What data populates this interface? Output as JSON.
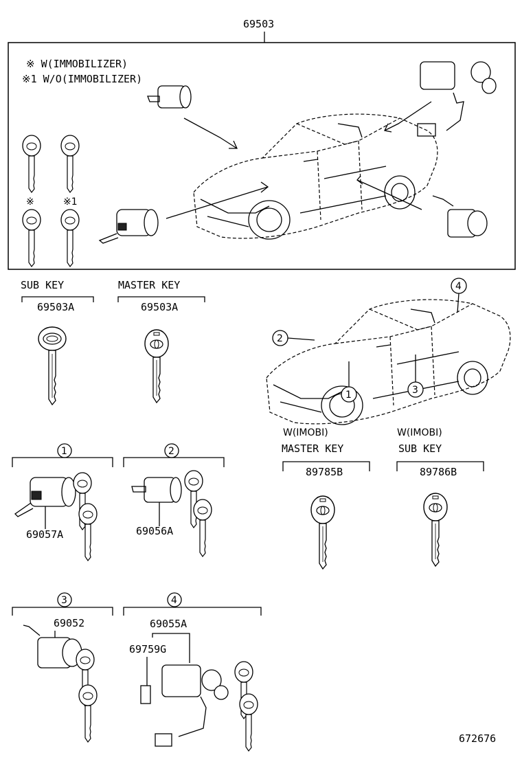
{
  "top": {
    "assembly_number": "69503",
    "legend_line1": "※ W(IMMOBILIZER)",
    "legend_line2": "※1 W/O(IMMOBILIZER)",
    "key_mark_w": "※",
    "key_mark_wo": "※1"
  },
  "keys": {
    "sub_key_label": "SUB KEY",
    "sub_key_part": "69503A",
    "master_key_label": "MASTER KEY",
    "master_key_part": "69503A",
    "imobi_master_note": "W(IMOBI)",
    "imobi_master_label": "MASTER KEY",
    "imobi_master_part": "89785B",
    "imobi_sub_note": "W(IMOBI)",
    "imobi_sub_label": "SUB KEY",
    "imobi_sub_part": "89786B"
  },
  "callouts": {
    "c1": "1",
    "c2": "2",
    "c3": "3",
    "c4": "4"
  },
  "parts": {
    "p1": "69057A",
    "p2": "69056A",
    "p3": "69052",
    "p4a": "69055A",
    "p4b": "69759G"
  },
  "footer": {
    "diagram_id": "672676"
  }
}
